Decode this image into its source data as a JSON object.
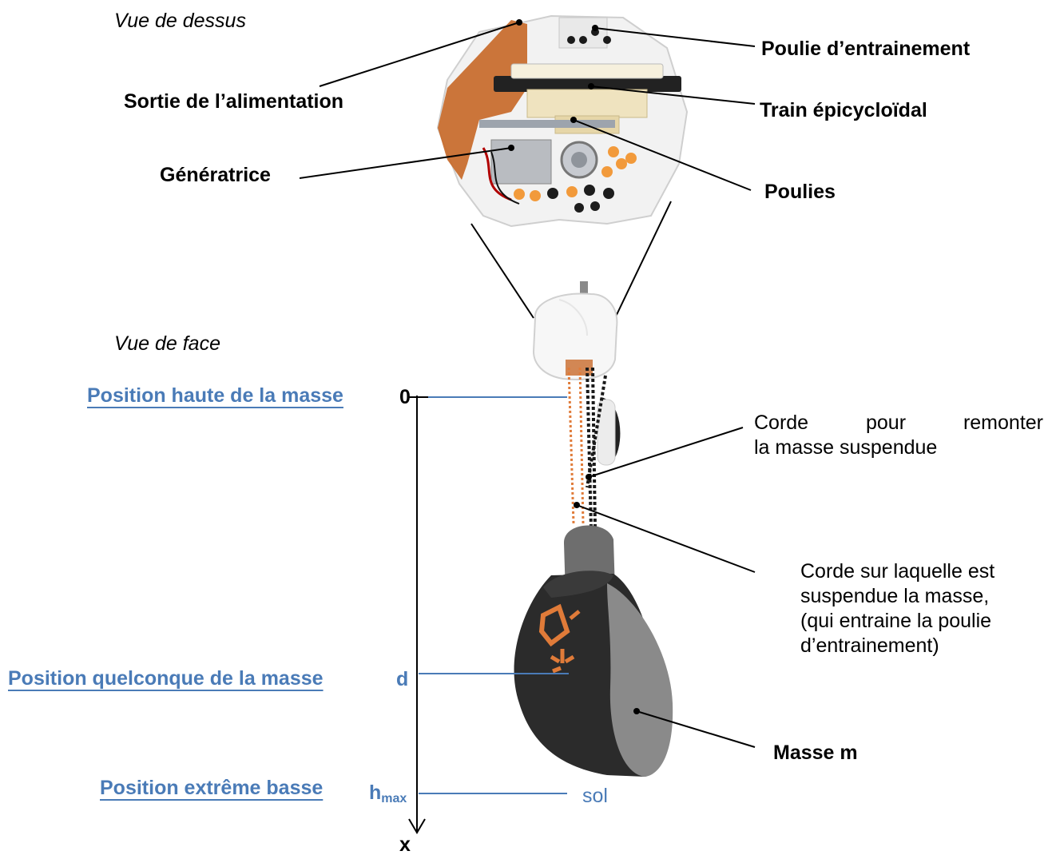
{
  "views": {
    "top": "Vue de dessus",
    "front": "Vue de face"
  },
  "top_labels": {
    "poulie_entrainement": "Poulie d’entrainement",
    "sortie_alimentation": "Sortie de l’alimentation",
    "train_epicycloidal": "Train épicycloïdal",
    "generatrice": "Génératrice",
    "poulies": "Poulies"
  },
  "positions": {
    "haute": "Position haute de la masse",
    "quelconque": "Position quelconque de la masse",
    "basse": "Position extrême basse"
  },
  "axis": {
    "zero": "0",
    "d": "d",
    "hmax_base": "h",
    "hmax_sub": "max",
    "x": "x",
    "sol": "sol"
  },
  "cords": {
    "corde_remonter_l1_words": [
      "Corde",
      "pour",
      "remonter"
    ],
    "corde_remonter_l2": "la masse suspendue",
    "corde_suspendue_lines": [
      "Corde sur laquelle est",
      "suspendue la masse,",
      "(qui entraine la poulie",
      "d’entrainement)"
    ]
  },
  "masse": "Masse m",
  "colors": {
    "position_blue": "#4a7bb7",
    "orange_chain": "#e07b39",
    "pcb_orange": "#c86a2a"
  }
}
